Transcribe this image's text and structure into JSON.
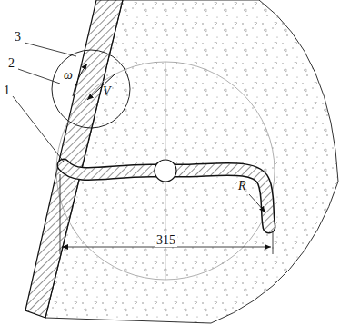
{
  "diagram": {
    "labels": [
      "3",
      "2",
      "1",
      "ω",
      "V",
      "R",
      "315"
    ]
  }
}
